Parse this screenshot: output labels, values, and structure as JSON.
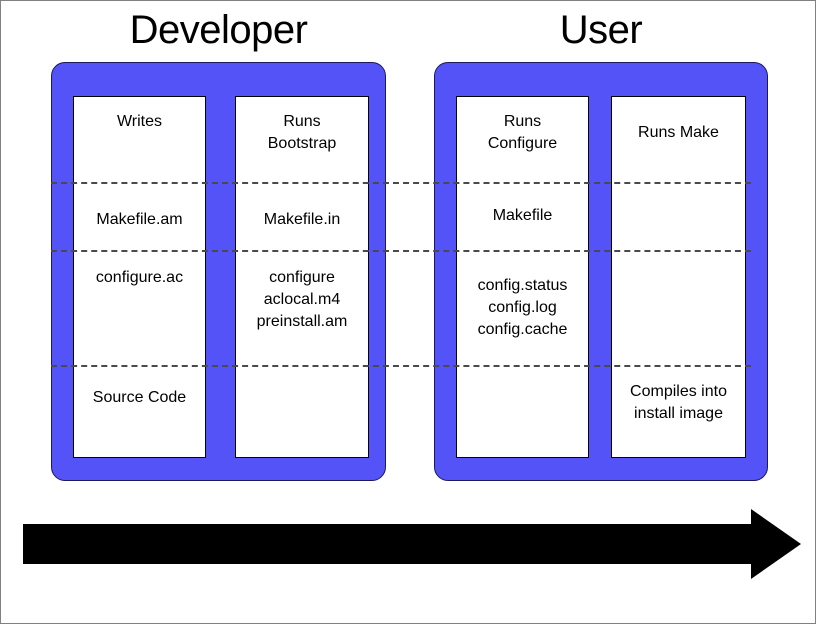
{
  "diagram": {
    "title_developer": "Developer",
    "title_user": "User",
    "lanes": [
      {
        "name": "developer",
        "label": "Developer",
        "color": "#5353f7",
        "columns": [
          {
            "name": "writes",
            "cells": [
              {
                "row": 0,
                "text": "Writes"
              },
              {
                "row": 1,
                "text": "Makefile.am"
              },
              {
                "row": 2,
                "text": "configure.ac"
              },
              {
                "row": 3,
                "text": "Source Code"
              }
            ]
          },
          {
            "name": "runs-bootstrap",
            "cells": [
              {
                "row": 0,
                "text": "Runs\nBootstrap"
              },
              {
                "row": 1,
                "text": "Makefile.in"
              },
              {
                "row": 2,
                "text": "configure\naclocal.m4\npreinstall.am"
              },
              {
                "row": 3,
                "text": ""
              }
            ]
          }
        ]
      },
      {
        "name": "user",
        "label": "User",
        "color": "#5353f7",
        "columns": [
          {
            "name": "runs-configure",
            "cells": [
              {
                "row": 0,
                "text": "Runs\nConfigure"
              },
              {
                "row": 1,
                "text": "Makefile"
              },
              {
                "row": 2,
                "text": "config.status\nconfig.log\nconfig.cache"
              },
              {
                "row": 3,
                "text": ""
              }
            ]
          },
          {
            "name": "runs-make",
            "cells": [
              {
                "row": 0,
                "text": "Runs Make"
              },
              {
                "row": 1,
                "text": ""
              },
              {
                "row": 2,
                "text": ""
              },
              {
                "row": 3,
                "text": "Compiles into\ninstall image"
              }
            ]
          }
        ]
      }
    ],
    "arrow": {
      "name": "time-flow-arrow",
      "direction": "right",
      "color": "#000000",
      "label": ""
    }
  }
}
